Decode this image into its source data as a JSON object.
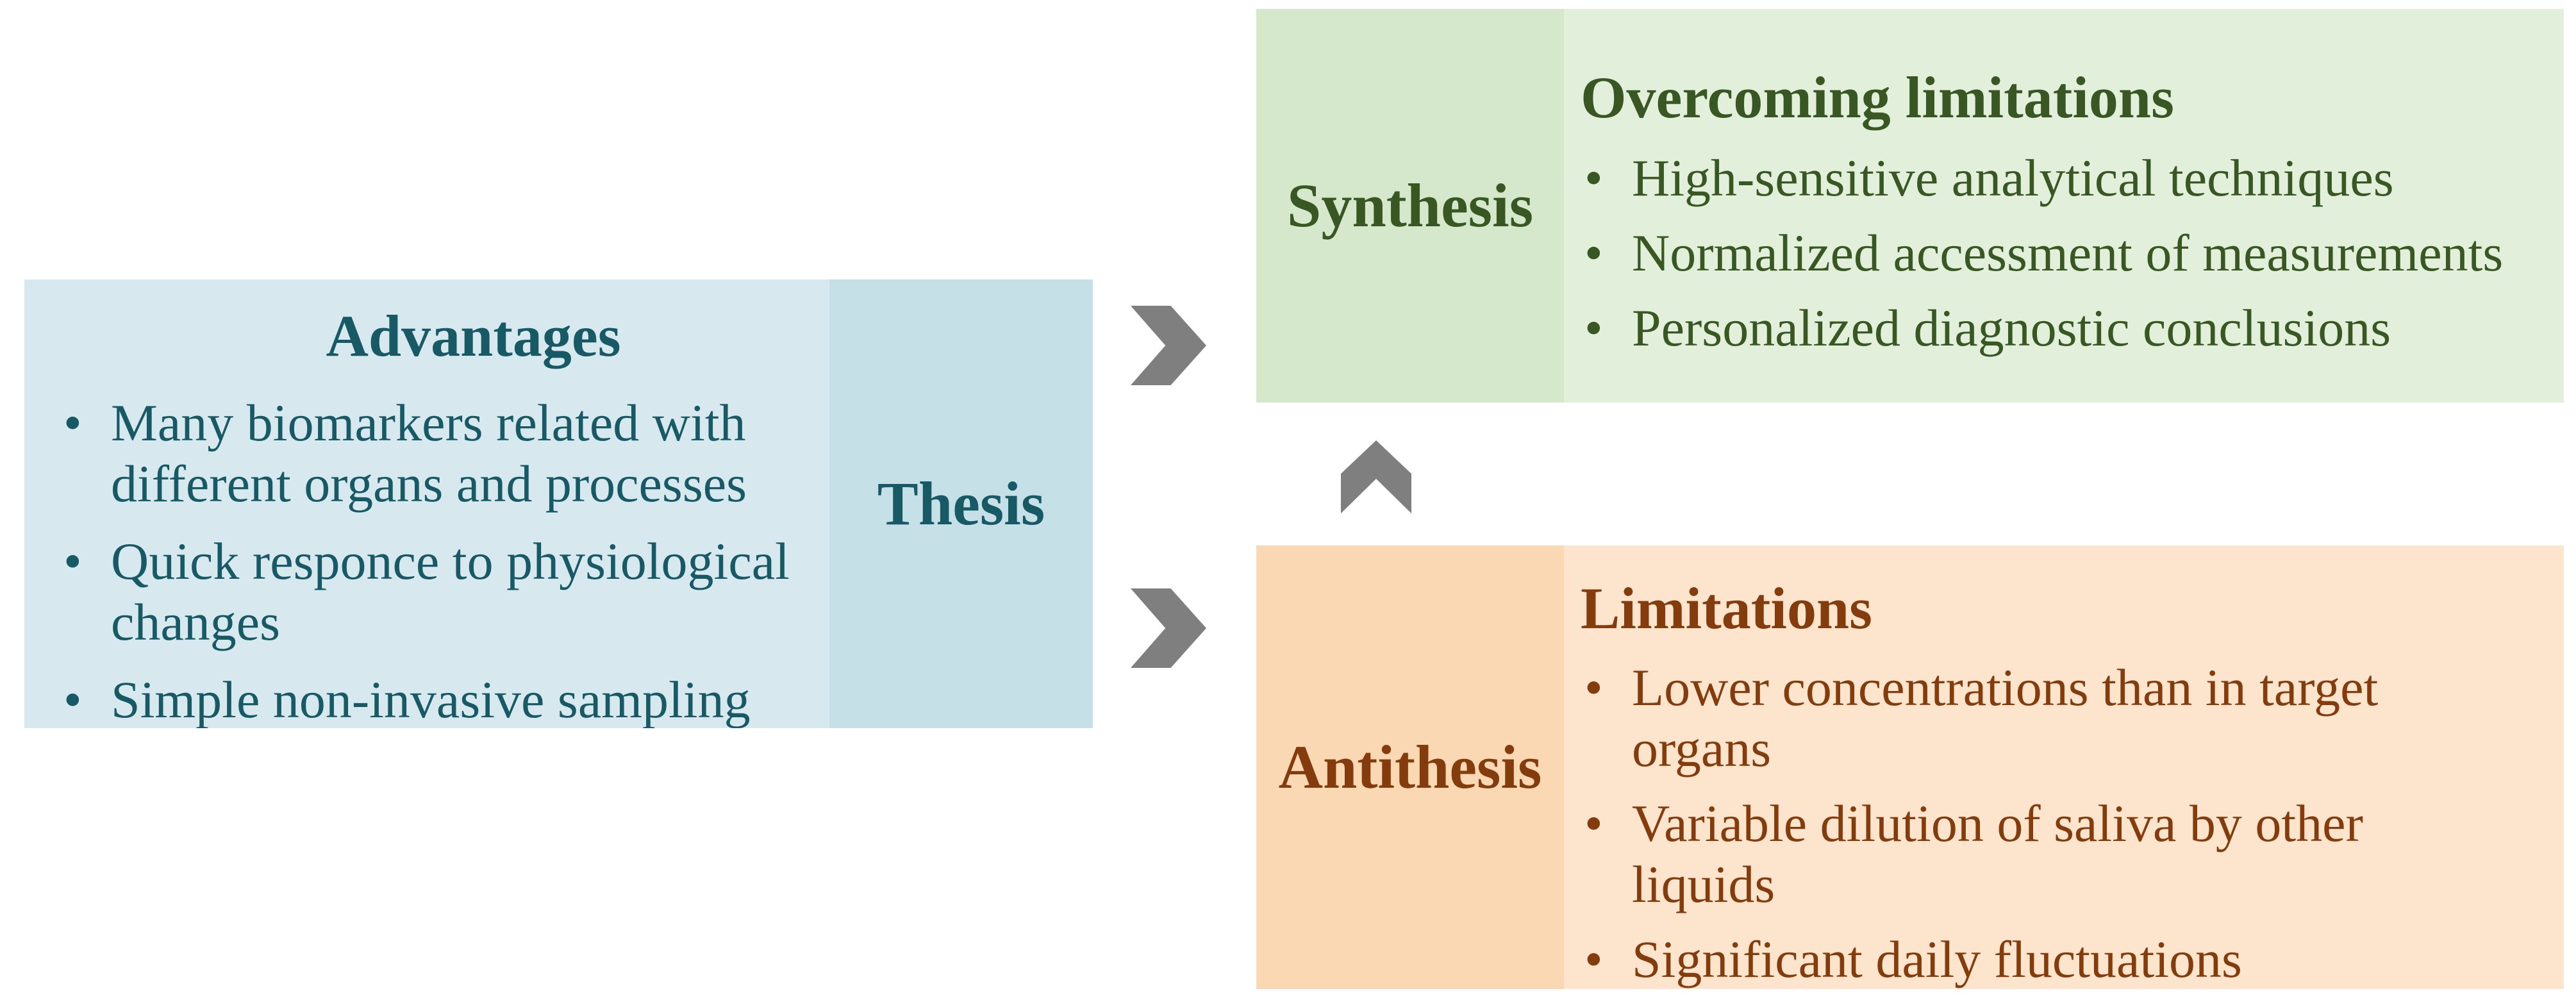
{
  "thesis_panel": {
    "label": "Thesis",
    "title": "Advantages",
    "bullets": [
      [
        "Many biomarkers related with",
        "different organs and processes"
      ],
      [
        "Quick responce to physiological",
        "changes"
      ],
      [
        "Simple non-invasive sampling"
      ]
    ]
  },
  "synthesis_panel": {
    "label": "Synthesis",
    "title": "Overcoming limitations",
    "bullets": [
      [
        "High-sensitive analytical techniques"
      ],
      [
        "Normalized accessment of measurements"
      ],
      [
        "Personalized diagnostic conclusions"
      ]
    ]
  },
  "antithesis_panel": {
    "label": "Antithesis",
    "title": "Limitations",
    "bullets": [
      [
        "Lower concentrations than in target",
        "organs"
      ],
      [
        "Variable dilution of saliva by other",
        "liquids"
      ],
      [
        "Significant daily fluctuations"
      ]
    ]
  },
  "ui": {
    "bullet_char": "•"
  },
  "palette": {
    "thesis_bg": "#d7e9ee",
    "thesis_strip_bg": "#c6e0e8",
    "thesis_text": "#175a66",
    "synthesis_bg": "#e2efda",
    "synthesis_strip_bg": "#d6e8cb",
    "synthesis_text": "#385723",
    "antithesis_bg": "#fce4cd",
    "antithesis_strip_bg": "#fbd8b4",
    "antithesis_text": "#843c0c",
    "arrow": "#7f7f7f",
    "canvas_bg": "#ffffff"
  }
}
